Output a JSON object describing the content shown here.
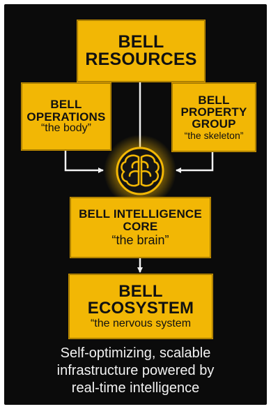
{
  "nodes": {
    "resources": {
      "title_line1": "BELL",
      "title_line2": "RESOURCES"
    },
    "operations": {
      "title_line1": "BELL",
      "title_line2": "OPERATIONS",
      "sub": "“the body”"
    },
    "property": {
      "title_line1": "BELL",
      "title_line2": "PROPERTY",
      "title_line3": "GROUP",
      "sub": "“the skeleton”"
    },
    "core": {
      "title_line1": "BELL INTELLIGENCE",
      "title_line2": "CORE",
      "sub": "“the brain”"
    },
    "ecosystem": {
      "title_line1": "BELL",
      "title_line2": "ECOSYSTEM",
      "sub": "“the nervous system"
    }
  },
  "icons": {
    "center": "brain-icon"
  },
  "caption": {
    "line1": "Self-optimizing, scalable",
    "line2": "infrastructure powered by",
    "line3": "real-time intelligence"
  },
  "colors": {
    "background": "#0b0b0b",
    "box": "#f2b705",
    "line": "#f2f2f2",
    "brain_glow": "#ffd11a"
  }
}
